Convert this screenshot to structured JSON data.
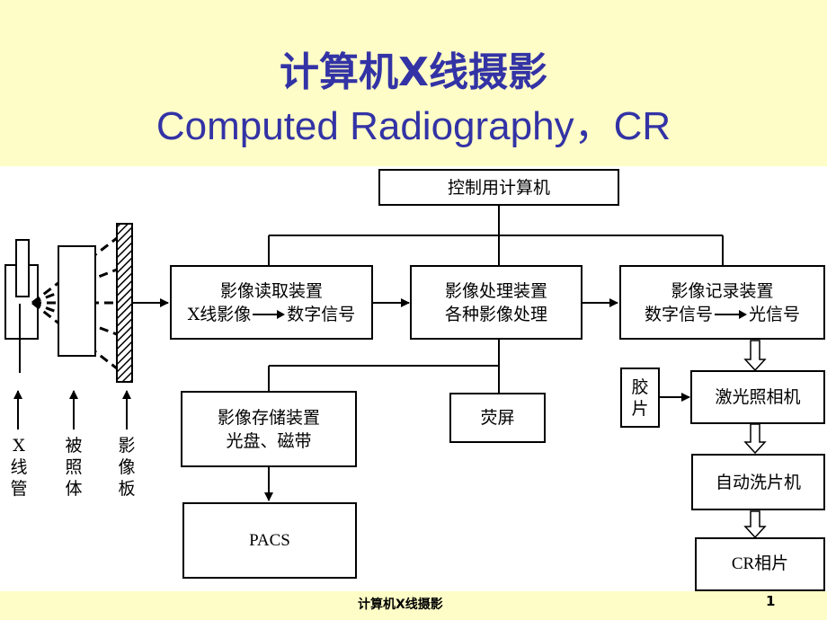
{
  "title": {
    "cn": "计算机X线摄影",
    "en": "Computed Radiography，CR"
  },
  "boxes": {
    "computer": "控制用计算机",
    "reader_title": "影像读取装置",
    "reader_left": "X线影像",
    "reader_right": "数字信号",
    "processor_title": "影像处理装置",
    "processor_sub": "各种影像处理",
    "recorder_title": "影像记录装置",
    "recorder_left": "数字信号",
    "recorder_right": "光信号",
    "storage_title": "影像存储装置",
    "storage_sub": "光盘、磁带",
    "screen": "荧屏",
    "pacs": "PACS",
    "film_top": "胶",
    "film_bottom": "片",
    "laser_camera": "激光照相机",
    "auto_processor": "自动洗片机",
    "cr_photo": "CR相片"
  },
  "labels": {
    "xtube": [
      "X",
      "线",
      "管"
    ],
    "subject": [
      "被",
      "照",
      "体"
    ],
    "plate": [
      "影",
      "像",
      "板"
    ]
  },
  "footer": {
    "text": "计算机X线摄影",
    "page": "1"
  }
}
